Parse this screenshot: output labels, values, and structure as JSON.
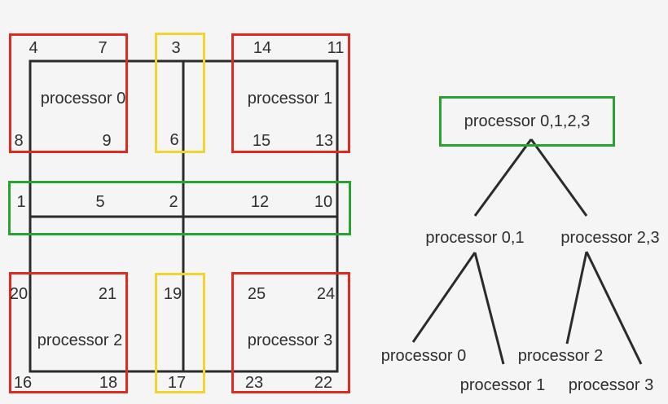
{
  "colors": {
    "red": "#de2a1f",
    "yellow": "#f2d32f",
    "green": "#2aa32e",
    "line": "#2b2b2b",
    "text": "#2e2e2e",
    "background": "#f5f5f5"
  },
  "grid": {
    "rows": [
      [
        "4",
        "7",
        "3",
        "14",
        "11"
      ],
      [
        "8",
        "9",
        "6",
        "15",
        "13"
      ],
      [
        "1",
        "5",
        "2",
        "12",
        "10"
      ],
      [
        "20",
        "21",
        "19",
        "25",
        "24"
      ],
      [
        "16",
        "18",
        "17",
        "23",
        "22"
      ]
    ],
    "processor_labels": [
      "processor 0",
      "processor 1",
      "processor 2",
      "processor 3"
    ]
  },
  "tree": {
    "root": "processor 0,1,2,3",
    "level1": [
      "processor 0,1",
      "processor 2,3"
    ],
    "leaves": [
      "processor 0",
      "processor 1",
      "processor 2",
      "processor 3"
    ]
  }
}
